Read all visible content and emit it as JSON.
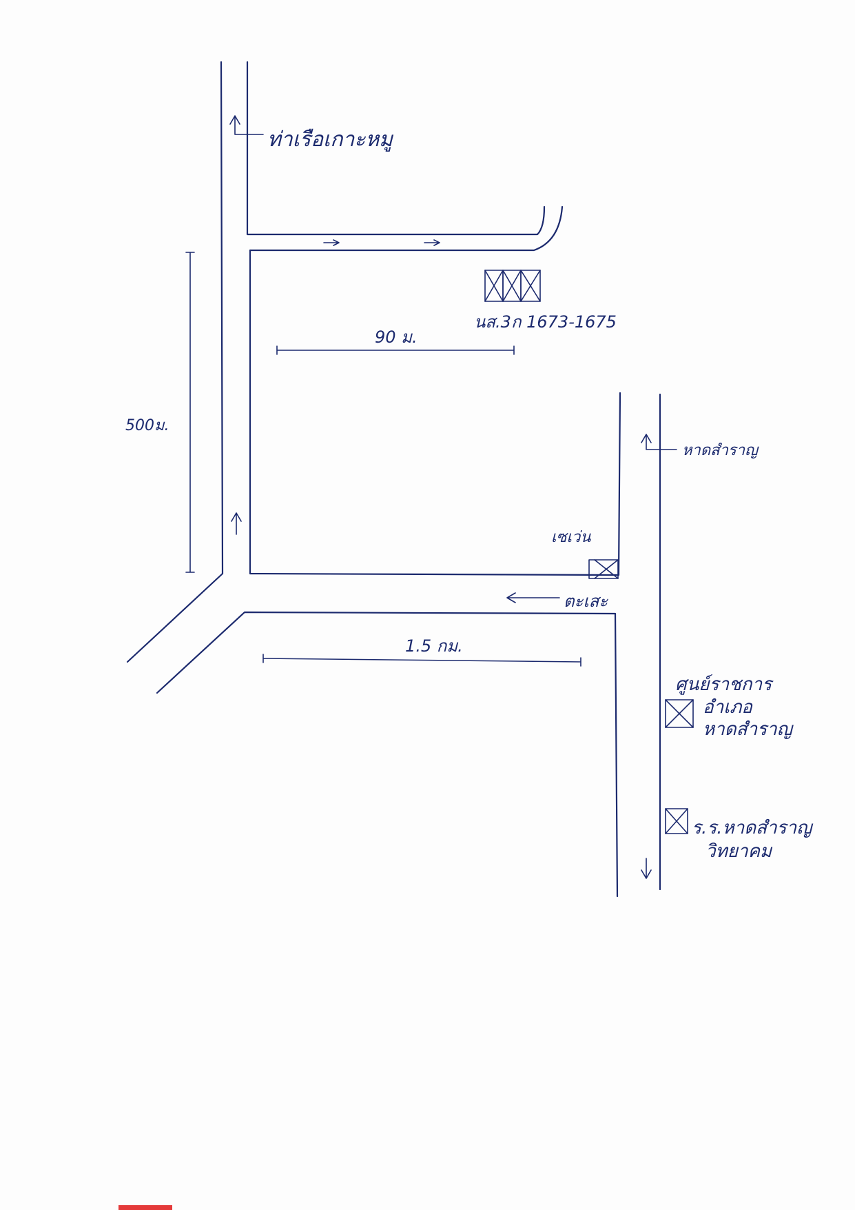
{
  "map": {
    "labels": {
      "pier": "ท่าเรือเกาะหมู",
      "parcel": "นส.3ก 1673-1675",
      "distance_90": "90 ม.",
      "distance_500": "500ม.",
      "hat_samran": "หาดสำราญ",
      "seven_eleven": "เซเว่น",
      "tasae": "ตะเสะ",
      "distance_1_5": "1.5 กม.",
      "gov_center": [
        "ศูนย์ราชการ",
        "อำเภอ",
        "หาดสำราญ"
      ],
      "school": [
        "ร.ร.หาดสำราญ",
        "วิทยาคม"
      ]
    },
    "ink_color": "#1c2a6e",
    "icons": [
      "direction-arrow-icon",
      "landmark-box-icon",
      "dimension-line-icon"
    ]
  }
}
